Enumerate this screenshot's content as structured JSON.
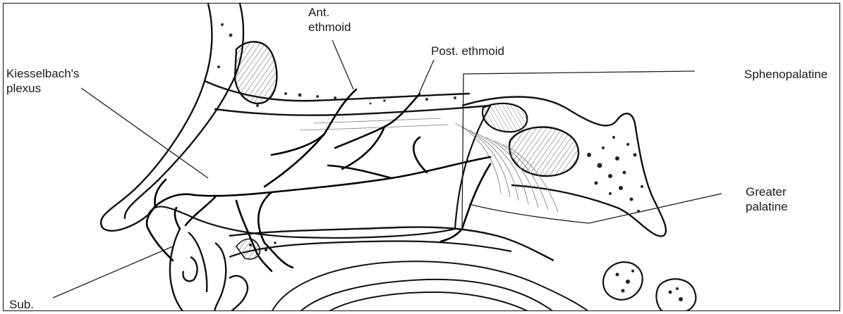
{
  "labels": {
    "ant_ethmoid_line1": "Ant.",
    "ant_ethmoid_line2": "ethmoid",
    "post_ethmoid": "Post. ethmoid",
    "kiesselbach_line1": "Kiesselbach's",
    "kiesselbach_line2": "plexus",
    "sphenopalatine": "Sphenopalatine",
    "greater_line1": "Greater",
    "greater_line2": "palatine",
    "sub": "Sub."
  }
}
